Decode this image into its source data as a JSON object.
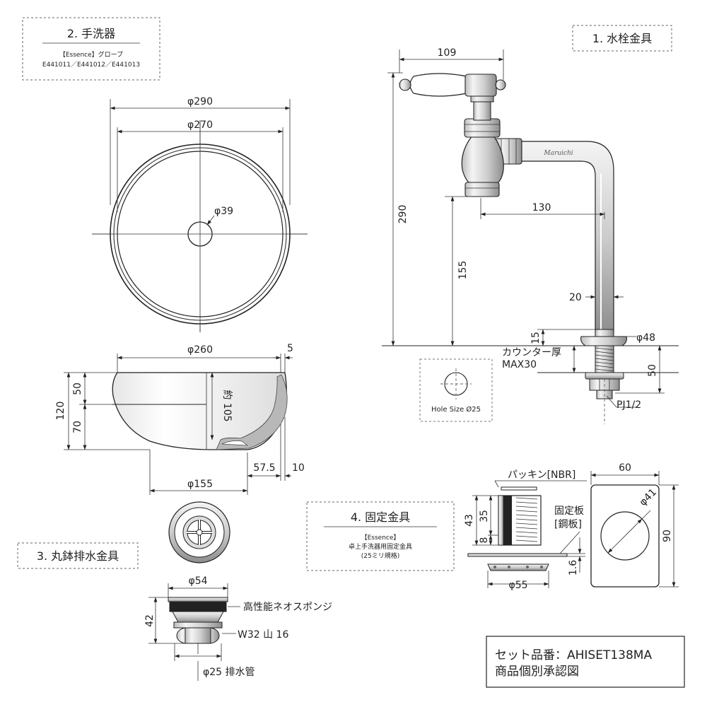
{
  "sections": {
    "basin": {
      "title": "2.  手洗器",
      "line1": "【Essence】グローブ",
      "line2": "E441011／E441012／E441013"
    },
    "faucet": {
      "title": "1.  水栓金具"
    },
    "drain": {
      "title": "3.  丸鉢排水金具"
    },
    "bracket": {
      "title": "4.  固定金具",
      "line1": "【Essence】",
      "line2": "卓上手洗器用固定金具",
      "line3": "(25ミリ規格)"
    }
  },
  "basin_top": {
    "d_outer": "φ290",
    "d_inner": "φ270",
    "d_hole": "φ39"
  },
  "basin_side": {
    "d_top": "φ260",
    "rim": "5",
    "height": "120",
    "upper": "50",
    "lower": "70",
    "depth": "約 105",
    "d_base": "φ155",
    "offset": "57.5",
    "wall": "10"
  },
  "faucet_dims": {
    "reach": "109",
    "height": "290",
    "spout": "130",
    "clearance": "155",
    "pipe": "20",
    "base_h": "15",
    "base_d": "φ48",
    "counter_line1": "カウンター厚",
    "counter_line2": "MAX30",
    "shank": "50",
    "thread": "PJ1/2",
    "brand": "Maruichi"
  },
  "hole": {
    "label": "Hole Size  Ø25"
  },
  "drain_dims": {
    "d_top": "φ54",
    "height": "42",
    "sponge": "高性能ネオスポンジ",
    "thread": "W32 山 16",
    "pipe": "φ25 排水管"
  },
  "bracket_dims": {
    "packing": "パッキン[NBR]",
    "height": "43",
    "body": "35",
    "plate": "8",
    "fix_plate": "固定板",
    "fix_material": "[鋼板]",
    "thickness": "1.6",
    "flange": "φ55",
    "width": "60",
    "length": "90",
    "hole": "φ41"
  },
  "footer": {
    "line1": "セット品番：AHISET138MA",
    "line2": "商品個別承認図"
  }
}
